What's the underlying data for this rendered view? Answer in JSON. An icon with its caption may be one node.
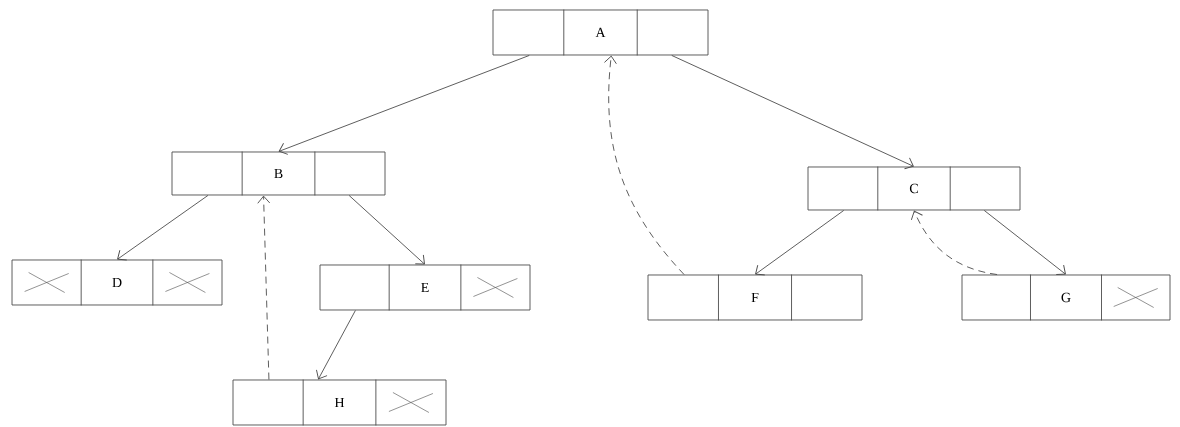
{
  "diagram": {
    "nodes": [
      {
        "text": [
          "A"
        ]
      },
      {
        "text": [
          "B"
        ]
      },
      {
        "text": [
          "C"
        ]
      },
      {
        "text": [
          "D"
        ]
      },
      {
        "text": [
          "E"
        ]
      },
      {
        "text": [
          "F"
        ]
      },
      {
        "text": [
          "G"
        ]
      },
      {
        "text": [
          "H"
        ]
      }
    ],
    "edges": [
      {
        "from": 0,
        "to": 1,
        "arrow": "to"
      },
      {
        "from": 0,
        "to": 2,
        "arrow": "to"
      },
      {
        "from": 1,
        "to": 3,
        "arrow": "to"
      },
      {
        "from": 1,
        "to": 4,
        "arrow": "to"
      },
      {
        "from": 2,
        "to": 5,
        "arrow": "to"
      },
      {
        "from": 2,
        "to": 6,
        "arrow": "to"
      },
      {
        "from": 4,
        "to": 7,
        "arrow": "to"
      },
      {
        "from": 7,
        "to": 1,
        "arrow": "to",
        "style": "dashed"
      },
      {
        "from": 5,
        "to": 0,
        "arrow": "to",
        "style": "dashed"
      },
      {
        "from": 6,
        "to": 2,
        "arrow": "to",
        "style": "dashed"
      }
    ]
  }
}
